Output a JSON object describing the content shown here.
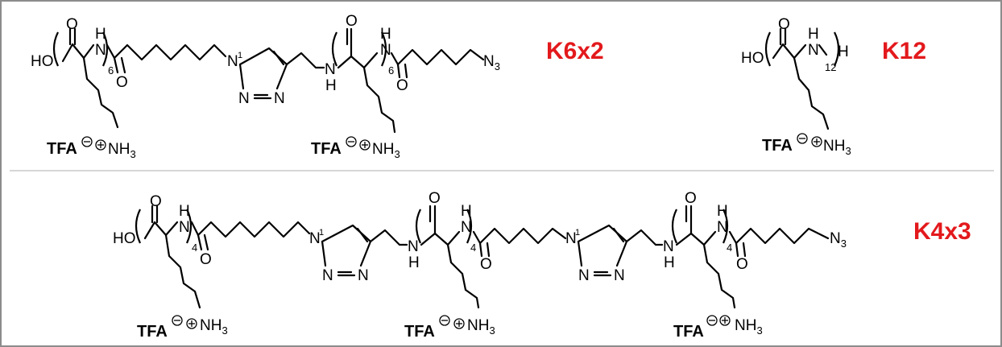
{
  "labels": {
    "k6x2": "K6x2",
    "k12": "K12",
    "k4x3": "K4x3"
  },
  "atoms": {
    "ho": "HO",
    "o": "O",
    "n": "N",
    "h": "H",
    "nh_n": "N",
    "nh_h": "H",
    "counterion": "TFA",
    "amine_n": "NH",
    "amine_sub": "3",
    "azide_n": "N",
    "azide_sub": "3"
  },
  "repeats": {
    "six": "6",
    "twelve": "12",
    "four": "4"
  },
  "colors": {
    "label": "#e3191c",
    "frame": "#8c8c8c",
    "bonds": "#000000"
  }
}
